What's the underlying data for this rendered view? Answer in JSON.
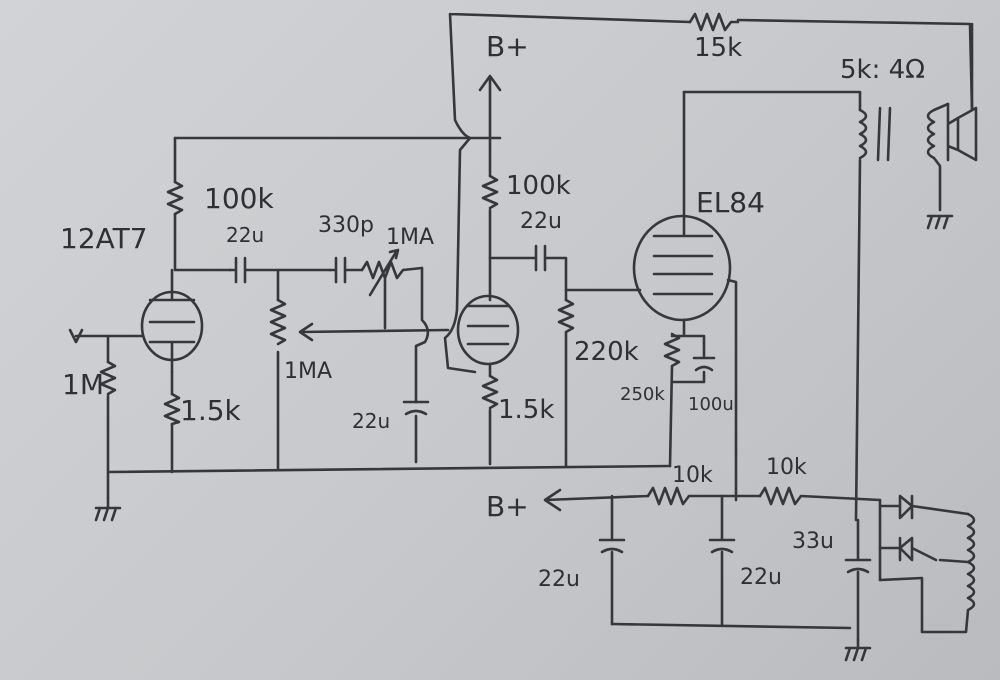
{
  "schematic": {
    "labels": {
      "tube1": "12AT7",
      "tube2": "EL84",
      "r_plate1": "100k",
      "r_plate2": "100k",
      "cap_coupling1": "22u",
      "cap_coupling2": "22u",
      "cap_330p": "330p",
      "pot_1mA_top": "1MA",
      "pot_1mA_mid": "1MA",
      "r_input": "1M",
      "r_cathode1": "1.5k",
      "r_cathode2": "1.5k",
      "cap_bypass": "22u",
      "r_grid": "220k",
      "r_cathode_el84": "250k",
      "cap_cathode_el84": "100u",
      "bplus_top": "B+",
      "bplus_bottom": "B+",
      "r_feedback": "15k",
      "transformer": "5k: 4Ω",
      "r_filter1": "10k",
      "r_filter2": "10k",
      "cap_filter1": "22u",
      "cap_filter2": "22u",
      "cap_filter3": "33u"
    }
  }
}
